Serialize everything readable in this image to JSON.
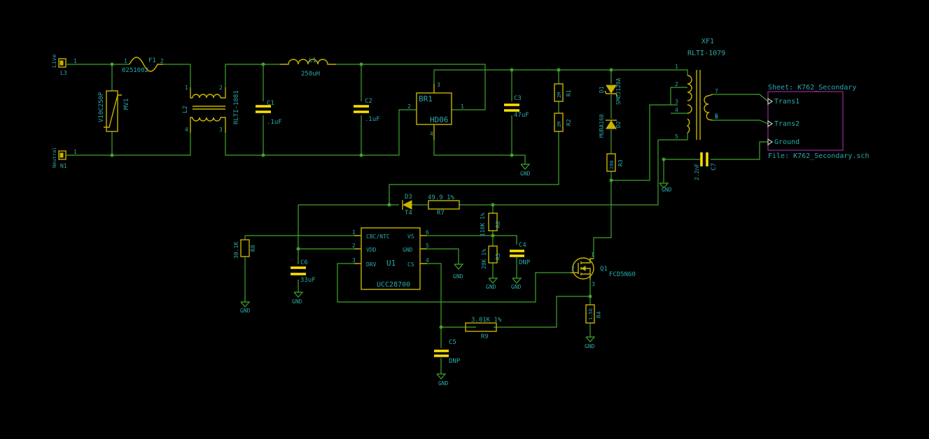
{
  "connectors": {
    "live": {
      "ref": "L3",
      "label": "Live",
      "pin": "1"
    },
    "neutral": {
      "ref": "N1",
      "label": "Neutral",
      "pin": "1"
    }
  },
  "fuse": {
    "ref": "F1",
    "value": "0251002",
    "pin1": "1",
    "pin2": "2"
  },
  "varistor": {
    "ref": "MV1",
    "value": "V10C250P"
  },
  "choke": {
    "ref": "L2",
    "value": "RLTI-1081",
    "pins": [
      "1",
      "2",
      "3",
      "4"
    ]
  },
  "capacitors": {
    "c1": {
      "ref": "C1",
      "value": ".1uF"
    },
    "c2": {
      "ref": "C2",
      "value": ".1uF"
    },
    "c3": {
      "ref": "C3",
      "value": "47uF"
    },
    "c4": {
      "ref": "C4",
      "value": "DNP"
    },
    "c5": {
      "ref": "C5",
      "value": "DNP"
    },
    "c6": {
      "ref": "C6",
      "value": "33uF"
    },
    "c7": {
      "ref": "C7",
      "value": "2.2nF"
    }
  },
  "inductor": {
    "ref": "L1",
    "value": "250uH"
  },
  "bridge": {
    "ref": "BR1",
    "value": "HD06",
    "pins": [
      "1",
      "2",
      "3",
      "4"
    ]
  },
  "resistors": {
    "r1": {
      "ref": "R1",
      "value": "2M"
    },
    "r2": {
      "ref": "R2",
      "value": "2M"
    },
    "r3": {
      "ref": "R3",
      "value": "200"
    },
    "r4": {
      "ref": "R4",
      "value": "1.5Ω"
    },
    "r5": {
      "ref": "R5",
      "value": "28K 1%"
    },
    "r6": {
      "ref": "R6",
      "value": "110K 1%"
    },
    "r7": {
      "ref": "R7",
      "value": "49.9 1%"
    },
    "r8": {
      "ref": "R8",
      "value": "30.1K"
    },
    "r9": {
      "ref": "R9",
      "value": "3.01K 1%"
    }
  },
  "diodes": {
    "d1": {
      "ref": "D1",
      "value": "SMCJ120A"
    },
    "d2": {
      "ref": "D2",
      "value": "MURA160"
    },
    "d3": {
      "ref": "D3",
      "value": "T4"
    }
  },
  "transformer": {
    "ref": "XF1",
    "value": "RLTI-1079",
    "pins": [
      "1",
      "2",
      "3",
      "4",
      "5",
      "6",
      "7",
      "8"
    ]
  },
  "ic": {
    "ref": "U1",
    "value": "UCC28700",
    "pins_left": [
      {
        "num": "1",
        "name": "CBC/NTC"
      },
      {
        "num": "2",
        "name": "VDD"
      },
      {
        "num": "3",
        "name": "DRV"
      }
    ],
    "pins_right": [
      {
        "num": "6",
        "name": "VS"
      },
      {
        "num": "5",
        "name": "GND"
      },
      {
        "num": "4",
        "name": "CS"
      }
    ]
  },
  "mosfet": {
    "ref": "Q1",
    "value": "FCD5N60",
    "pins": [
      "1",
      "2",
      "3"
    ]
  },
  "gnd_label": "GND",
  "sheet": {
    "name": "Sheet: K762_Secondary",
    "file": "File: K762_Secondary.sch",
    "ports": [
      "Trans1",
      "Trans2",
      "Ground"
    ]
  }
}
